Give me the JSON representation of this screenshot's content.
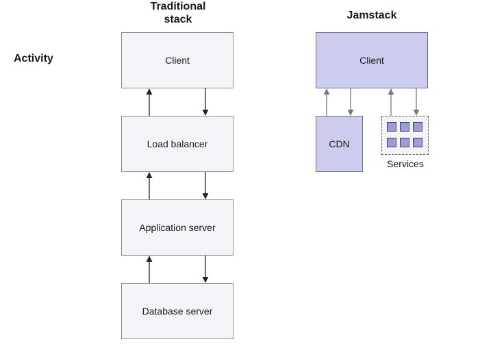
{
  "row_label": "Activity",
  "traditional": {
    "title_line1": "Traditional",
    "title_line2": "stack",
    "boxes": [
      "Client",
      "Load balancer",
      "Application server",
      "Database server"
    ]
  },
  "jamstack": {
    "title": "Jamstack",
    "client": "Client",
    "cdn": "CDN",
    "services": "Services"
  },
  "colors": {
    "traditional_fill": "#f4f4f8",
    "jamstack_fill": "#ccccee",
    "arrow": "#222222",
    "jam_arrow": "#777777"
  }
}
